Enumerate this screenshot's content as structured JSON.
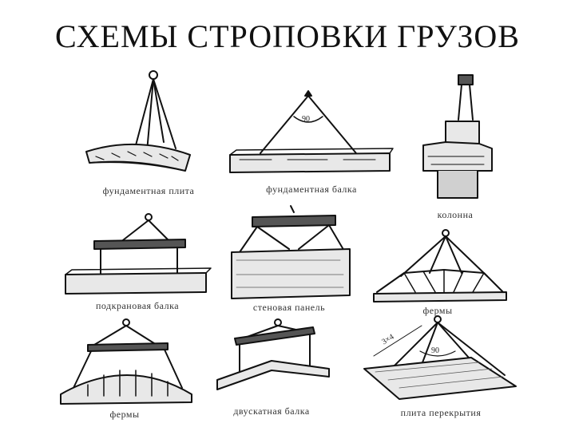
{
  "title": "СХЕМЫ СТРОПОВКИ ГРУЗОВ",
  "items": [
    {
      "label": "фундаментная плита"
    },
    {
      "label": "фундаментная балка"
    },
    {
      "label": "колонна"
    },
    {
      "label": "подкрановая балка"
    },
    {
      "label": "стеновая панель"
    },
    {
      "label": "фермы"
    },
    {
      "label": "фермы"
    },
    {
      "label": "двускатная балка"
    },
    {
      "label": "плита перекрытия"
    }
  ],
  "annotations": {
    "angle_beam": "90",
    "angle_slab": "90",
    "dim_slab": "3×4"
  },
  "colors": {
    "ink": "#111111",
    "fill": "#e8e8e8",
    "dark": "#555555"
  }
}
